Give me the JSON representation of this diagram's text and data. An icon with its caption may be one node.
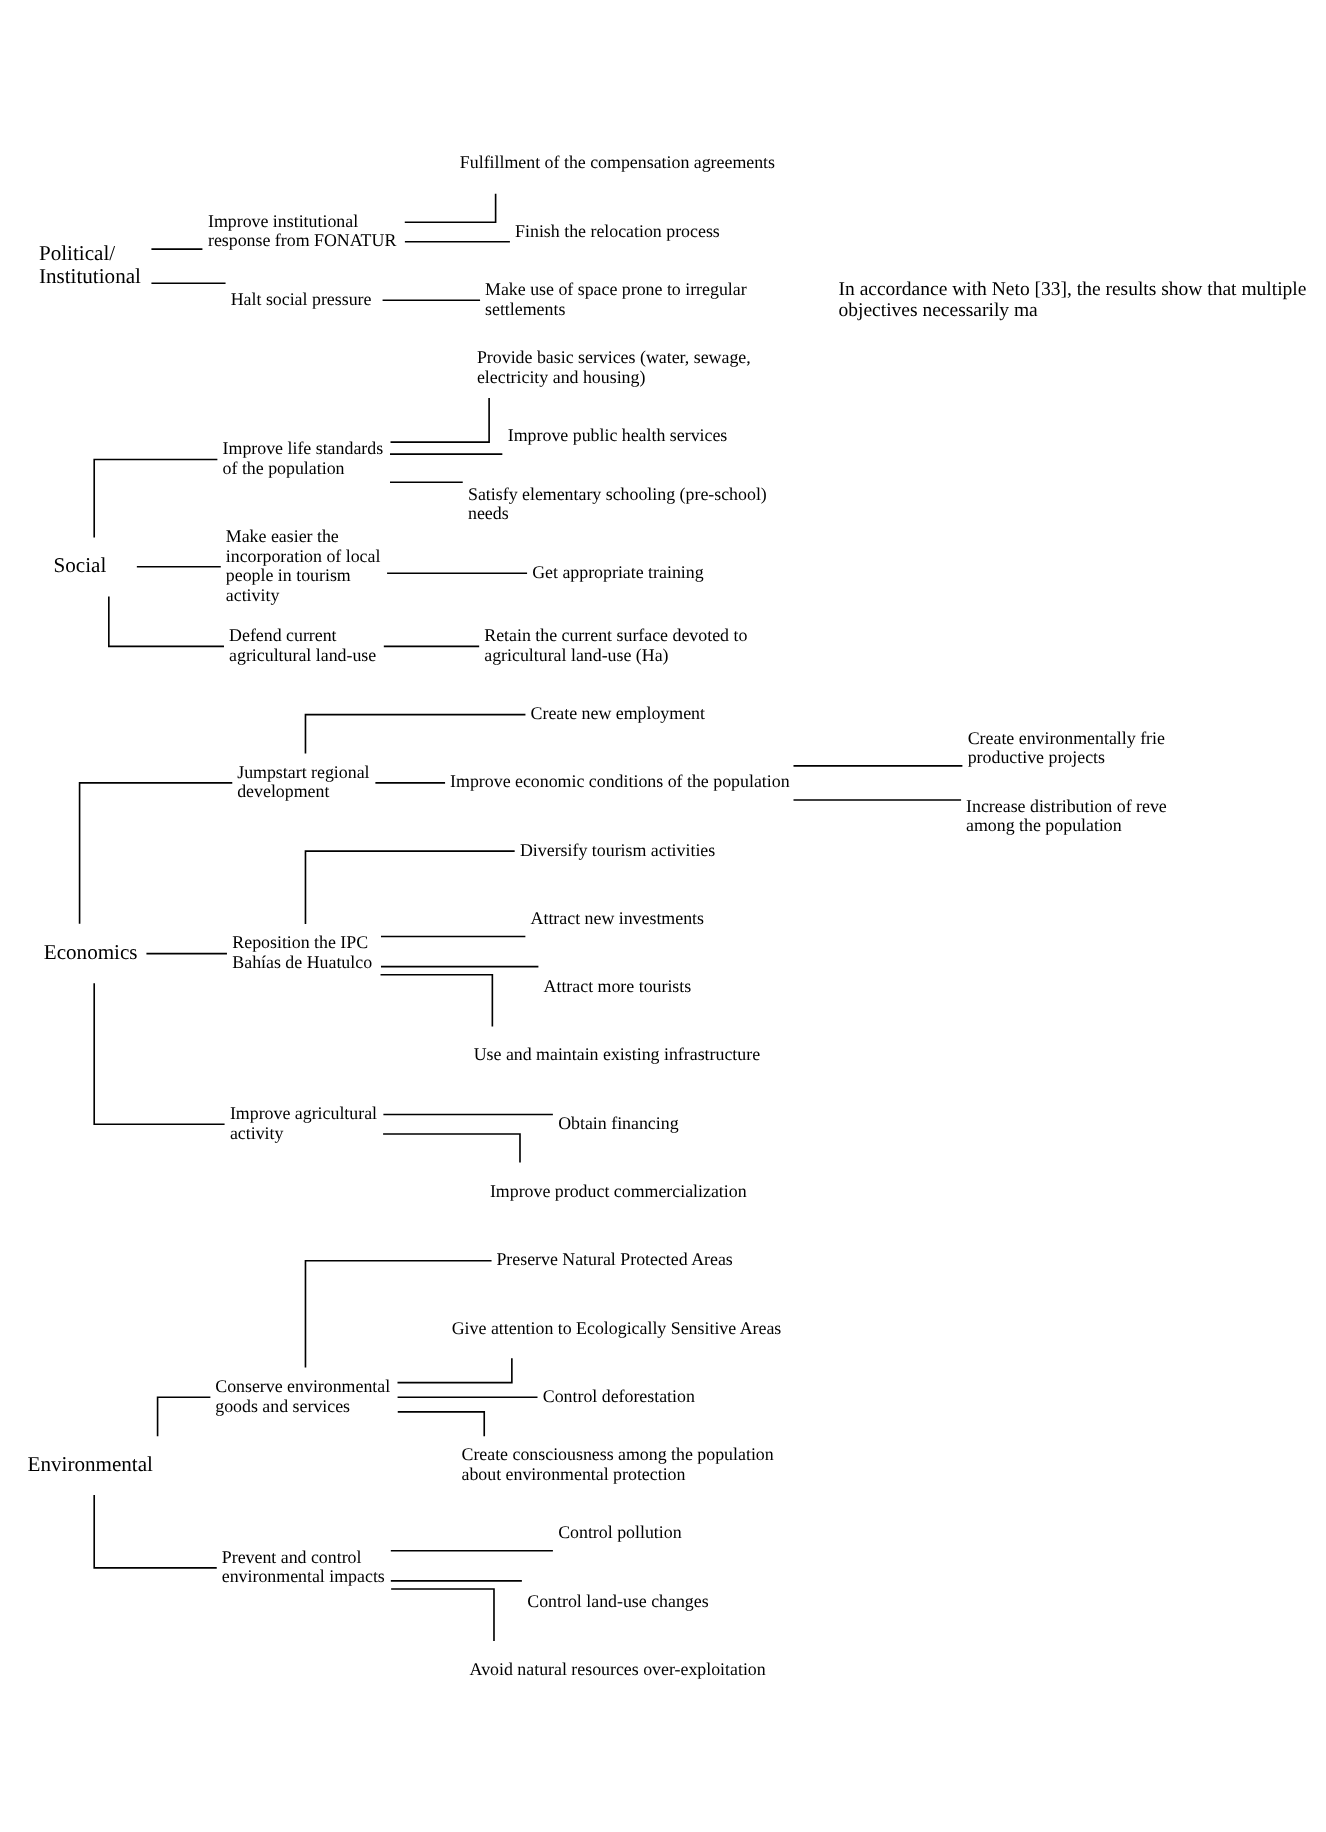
{
  "diagram": {
    "nodes": [
      {
        "text": [
          "Environmental"
        ]
      },
      {
        "text": [
          "Conserve environmental goods and services"
        ]
      },
      {
        "text": [
          "Preserve Natural Protected Areas"
        ]
      },
      {
        "text": [
          "Give attention to Ecologically Sensitive Areas"
        ]
      },
      {
        "text": [
          "Control deforestation"
        ]
      },
      {
        "text": [
          "Create consciousness among the population about environmental protection"
        ]
      },
      {
        "text": [
          "Prevent and control environmental impacts"
        ]
      },
      {
        "text": [
          "Control pollution"
        ]
      },
      {
        "text": [
          "Control land-use changes"
        ]
      },
      {
        "text": [
          "Avoid natural resources over-exploitation"
        ]
      },
      {
        "text": [
          "Economics"
        ]
      },
      {
        "text": [
          "Jumpstart regional development"
        ]
      },
      {
        "text": [
          "Create new employment"
        ]
      },
      {
        "text": [
          "Improve economic conditions of the population"
        ]
      },
      {
        "text": [
          "Create environmentally frie productive projects"
        ]
      },
      {
        "text": [
          "Increase distribution of reve among the population"
        ]
      },
      {
        "text": [
          "Reposition the IPC Bahías de Huatulco"
        ]
      },
      {
        "text": [
          "Diversify tourism activities"
        ]
      },
      {
        "text": [
          "Attract new investments"
        ]
      },
      {
        "text": [
          "Attract more tourists"
        ]
      },
      {
        "text": [
          "Use and maintain existing infrastructure"
        ]
      },
      {
        "text": [
          "Improve agricultural activity"
        ]
      },
      {
        "text": [
          "Obtain financing"
        ]
      },
      {
        "text": [
          "Improve product commercialization"
        ]
      },
      {
        "text": [
          "Social"
        ]
      },
      {
        "text": [
          "Improve life standards of the population"
        ]
      },
      {
        "text": [
          "Provide basic services (water, sewage, electricity and housing)"
        ]
      },
      {
        "text": [
          "Improve public health services"
        ]
      },
      {
        "text": [
          "Satisfy elementary schooling (pre-school) needs"
        ]
      },
      {
        "text": [
          "Make easier the incorporation of local people in tourism activity"
        ]
      },
      {
        "text": [
          "Get appropriate training"
        ]
      },
      {
        "text": [
          "Defend current agricultural land-use"
        ]
      },
      {
        "text": [
          "Retain the current surface devoted to agricultural land-use (Ha)"
        ]
      },
      {
        "text": [
          "Political/ Institutional"
        ]
      },
      {
        "text": [
          "Improve institutional response from FONATUR"
        ]
      },
      {
        "text": [
          "Fulfillment of the compensation agreements"
        ]
      },
      {
        "text": [
          "Finish the relocation process"
        ]
      },
      {
        "text": [
          "Halt social pressure"
        ]
      },
      {
        "text": [
          "Make use of space prone to irregular settlements"
        ]
      }
    ],
    "edges": [
      {
        "from": 0,
        "to": 1,
        "arrow": "none"
      },
      {
        "from": 1,
        "to": 2,
        "arrow": "none"
      },
      {
        "from": 1,
        "to": 3,
        "arrow": "none"
      },
      {
        "from": 1,
        "to": 4,
        "arrow": "none"
      },
      {
        "from": 1,
        "to": 5,
        "arrow": "none"
      },
      {
        "from": 0,
        "to": 6,
        "arrow": "none"
      },
      {
        "from": 6,
        "to": 7,
        "arrow": "none"
      },
      {
        "from": 6,
        "to": 8,
        "arrow": "none"
      },
      {
        "from": 6,
        "to": 9,
        "arrow": "none"
      },
      {
        "from": 10,
        "to": 11,
        "arrow": "none"
      },
      {
        "from": 11,
        "to": 12,
        "arrow": "none"
      },
      {
        "from": 11,
        "to": 13,
        "arrow": "none"
      },
      {
        "from": 13,
        "to": 14,
        "arrow": "none"
      },
      {
        "from": 13,
        "to": 15,
        "arrow": "none"
      },
      {
        "from": 10,
        "to": 16,
        "arrow": "none"
      },
      {
        "from": 16,
        "to": 17,
        "arrow": "none"
      },
      {
        "from": 16,
        "to": 18,
        "arrow": "none"
      },
      {
        "from": 16,
        "to": 19,
        "arrow": "none"
      },
      {
        "from": 16,
        "to": 20,
        "arrow": "none"
      },
      {
        "from": 10,
        "to": 21,
        "arrow": "none"
      },
      {
        "from": 21,
        "to": 22,
        "arrow": "none"
      },
      {
        "from": 21,
        "to": 23,
        "arrow": "none"
      },
      {
        "from": 24,
        "to": 25,
        "arrow": "none"
      },
      {
        "from": 25,
        "to": 26,
        "arrow": "none"
      },
      {
        "from": 25,
        "to": 27,
        "arrow": "none"
      },
      {
        "from": 25,
        "to": 28,
        "arrow": "none"
      },
      {
        "from": 24,
        "to": 29,
        "arrow": "none"
      },
      {
        "from": 29,
        "to": 30,
        "arrow": "none"
      },
      {
        "from": 24,
        "to": 31,
        "arrow": "none"
      },
      {
        "from": 31,
        "to": 32,
        "arrow": "none"
      },
      {
        "from": 33,
        "to": 34,
        "arrow": "none"
      },
      {
        "from": 34,
        "to": 35,
        "arrow": "none"
      },
      {
        "from": 34,
        "to": 36,
        "arrow": "none"
      },
      {
        "from": 33,
        "to": 37,
        "arrow": "none"
      },
      {
        "from": 37,
        "to": 38,
        "arrow": "none"
      }
    ],
    "labels": [
      "In accordance with Neto [33], the results show that multiple objectives necessarily ma"
    ]
  }
}
